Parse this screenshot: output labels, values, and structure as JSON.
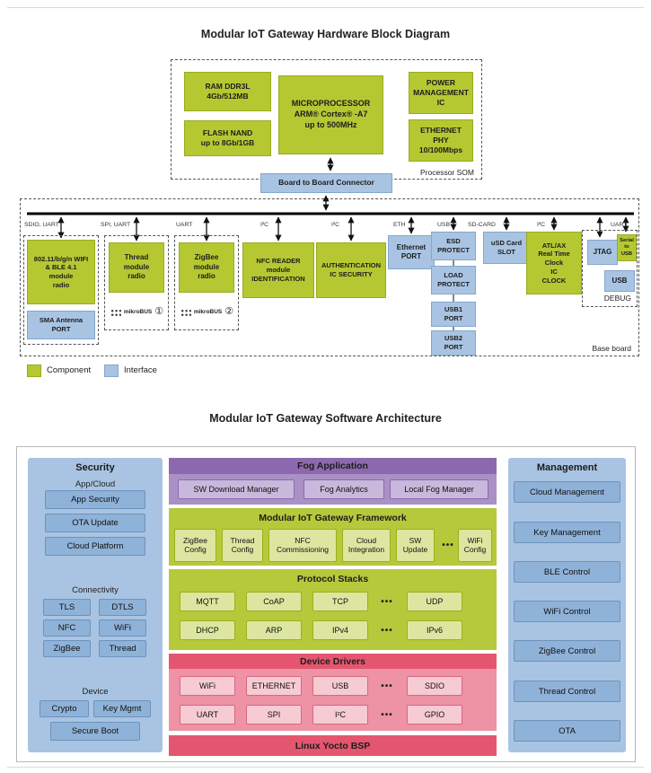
{
  "colors": {
    "component_green": "#b5c832",
    "interface_blue": "#a9c4e3",
    "fog_purple": "#8c69ae",
    "framework_green": "#b5c93a",
    "drivers_red": "#e4566f",
    "panel_blue": "#a9c4e2"
  },
  "hardware": {
    "title": "Modular IoT Gateway Hardware Block Diagram",
    "som": {
      "label": "Processor SOM",
      "ram": "RAM DDR3L\n4Gb/512MB",
      "flash": "FLASH NAND\nup to 8Gb/1GB",
      "mcu": "MICROPROCESSOR\nARM® Cortex® -A7\nup to 500MHz",
      "power": "POWER\nMANAGEMENT\nIC",
      "phy": "ETHERNET\nPHY\n10/100Mbps"
    },
    "b2b": "Board to Board Connector",
    "base": {
      "label": "Base board",
      "bus_labels": [
        "SDIO, UART",
        "SPI, UART",
        "UART",
        "I²C",
        "I²C",
        "ETH",
        "USB",
        "SD-CARD",
        "I²C",
        "UART"
      ],
      "wifi": "802.11/b/g/n WIFI\n& BLE 4.1\nmodule\nradio",
      "sma": "SMA Antenna\nPORT",
      "thread": "Thread\nmodule\nradio",
      "zigbee": "ZigBee\nmodule\nradio",
      "mikrobus_label": "mikroBUS",
      "mb1": "①",
      "mb2": "②",
      "nfc": "NFC READER\nmodule\nIDENTIFICATION",
      "auth": "AUTHENTICATION\nIC SECURITY",
      "eth_port": "Ethernet\nPORT",
      "esd": "ESD\nPROTECT",
      "load": "LOAD\nPROTECT",
      "usb1": "USB1\nPORT",
      "usb2": "USB2\nPORT",
      "usd": "uSD Card\nSLOT",
      "rtc": "ATL/AX\nReal Time Clock\nIC\nCLOCK",
      "jtag": "JTAG",
      "serial_usb": "Serial\nto USB",
      "usb": "USB",
      "debug": "DEBUG"
    },
    "legend": {
      "component": "Component",
      "interface": "Interface"
    }
  },
  "software": {
    "title": "Modular IoT Gateway Software Architecture",
    "security": {
      "title": "Security",
      "groups": [
        {
          "label": "App/Cloud",
          "items": [
            "App Security",
            "OTA Update",
            "Cloud Platform"
          ]
        },
        {
          "label": "Connectivity",
          "items": [
            "TLS",
            "DTLS",
            "NFC",
            "WiFi",
            "ZigBee",
            "Thread"
          ]
        },
        {
          "label": "Device",
          "items": [
            "Crypto",
            "Key Mgmt",
            "Secure Boot"
          ]
        }
      ]
    },
    "fog": {
      "title": "Fog Application",
      "items": [
        "SW Download Manager",
        "Fog Analytics",
        "Local Fog Manager"
      ]
    },
    "framework": {
      "title": "Modular IoT Gateway Framework",
      "items": [
        "ZigBee\nConfig",
        "Thread\nConfig",
        "NFC\nCommissioning",
        "Cloud\nIntegration",
        "SW\nUpdate",
        "•••",
        "WiFi\nConfig"
      ]
    },
    "protocol": {
      "title": "Protocol Stacks",
      "rows": [
        [
          "MQTT",
          "CoAP",
          "TCP",
          "•••",
          "UDP"
        ],
        [
          "DHCP",
          "ARP",
          "IPv4",
          "•••",
          "IPv6"
        ]
      ]
    },
    "drivers": {
      "title": "Device Drivers",
      "rows": [
        [
          "WiFi",
          "ETHERNET",
          "USB",
          "•••",
          "SDIO"
        ],
        [
          "UART",
          "SPI",
          "I²C",
          "•••",
          "GPIO"
        ]
      ]
    },
    "bsp": "Linux Yocto BSP",
    "management": {
      "title": "Management",
      "items": [
        "Cloud Management",
        "Key Management",
        "BLE Control",
        "WiFi Control",
        "ZigBee Control",
        "Thread Control",
        "OTA"
      ]
    }
  }
}
